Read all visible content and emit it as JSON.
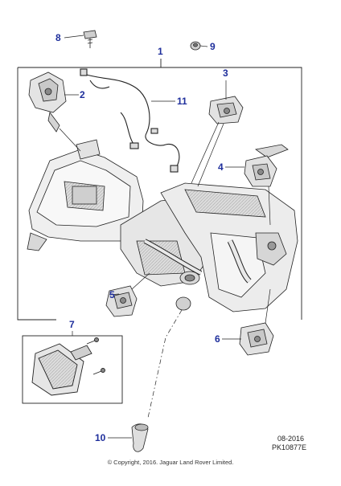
{
  "callouts": {
    "c1": "1",
    "c2": "2",
    "c3": "3",
    "c4": "4",
    "c5": "5",
    "c6": "6",
    "c7": "7",
    "c8": "8",
    "c9": "9",
    "c10": "10",
    "c11": "11"
  },
  "footer": {
    "date": "08-2016",
    "part_code": "PK10877E",
    "copyright": "© Copyright, 2016. Jaguar Land Rover Limited."
  },
  "colors": {
    "callout": "#1f2f9c",
    "line": "#222222",
    "part_fill": "#e9e9e9",
    "part_dark": "#9a9a9a"
  }
}
